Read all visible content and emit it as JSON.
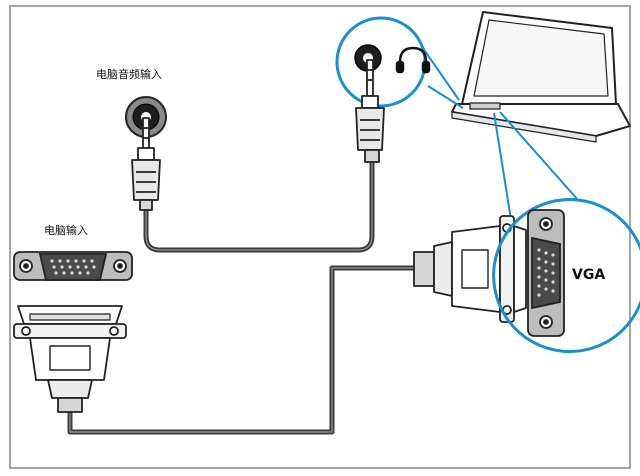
{
  "labels": {
    "pc_audio_input": "电脑音频输入",
    "pc_input": "电脑输入",
    "vga": "VGA"
  },
  "icons": {
    "headphone": "headphone-icon"
  },
  "colors": {
    "callout": "#1a8fd0",
    "cable": "#3a3a3a",
    "outline": "#222222",
    "connector_fill": "#f2f2f2",
    "port_fill": "#cfcfcf"
  }
}
